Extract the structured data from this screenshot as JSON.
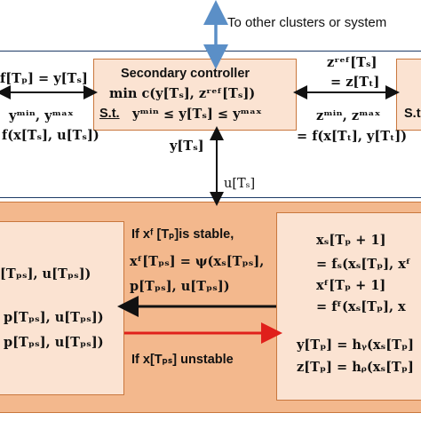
{
  "top_note": "To other clusters or system",
  "secondary": {
    "title": "Secondary controller",
    "objective": "min c(y[Tₛ], zʳᵉᶠ[Tₛ])",
    "constraint_prefix": "S.t.",
    "constraint": "yᵐⁱⁿ ≤ y[Tₛ] ≤ yᵐᵃˣ"
  },
  "left_labels": {
    "top": "f[Tₚ] = y[Tₛ]",
    "limits": "yᵐⁱⁿ, yᵐᵃˣ",
    "func": "f(x[Tₛ], u[Tₛ])"
  },
  "right_labels": {
    "zref": "zʳᵉᶠ[Tₛ]",
    "zt": "= z[Tₜ]",
    "zlimits": "zᵐⁱⁿ, zᵐᵃˣ",
    "func": "= f(x[Tₜ], y[Tₜ])",
    "partial_box": "S.t"
  },
  "mid_labels": {
    "y": "y[Tₛ]",
    "u": "u[Tₛ]"
  },
  "lower_left": {
    "line1": "[Tₚₛ], u[Tₚₛ])",
    "line2": "p[Tₚₛ], u[Tₚₛ])",
    "line3": "p[Tₚₛ], u[Tₚₛ])"
  },
  "lower_mid": {
    "stable_cond": "If xᶠ [Tₚ]is stable,",
    "eq_line1": "xᶠ[Tₚₛ] = ψ(xₛ[Tₚₛ],",
    "eq_line2": "p[Tₚₛ], u[Tₚₛ])",
    "unstable_cond": "If x[Tₚₛ] unstable"
  },
  "lower_right": {
    "l1": "xₛ[Tₚ + 1]",
    "l2": "= fₛ(xₛ[Tₚ], xᶠ",
    "l3": "xᶠ[Tₚ + 1]",
    "l4": "= fᶠ(xₛ[Tₚ], x",
    "l5": "y[Tₚ] = hᵧ(xₛ[Tₚ]",
    "l6": "z[Tₚ] = hᵨ(xₛ[Tₚ]"
  },
  "colors": {
    "box_fill": "#fbe3d2",
    "box_border": "#c9773d",
    "outer_fill": "#f3b88d",
    "frame_line": "#1e3b66",
    "blue_arrow": "#5b8fc7",
    "red_arrow": "#e0201b",
    "black_arrow": "#111111"
  }
}
